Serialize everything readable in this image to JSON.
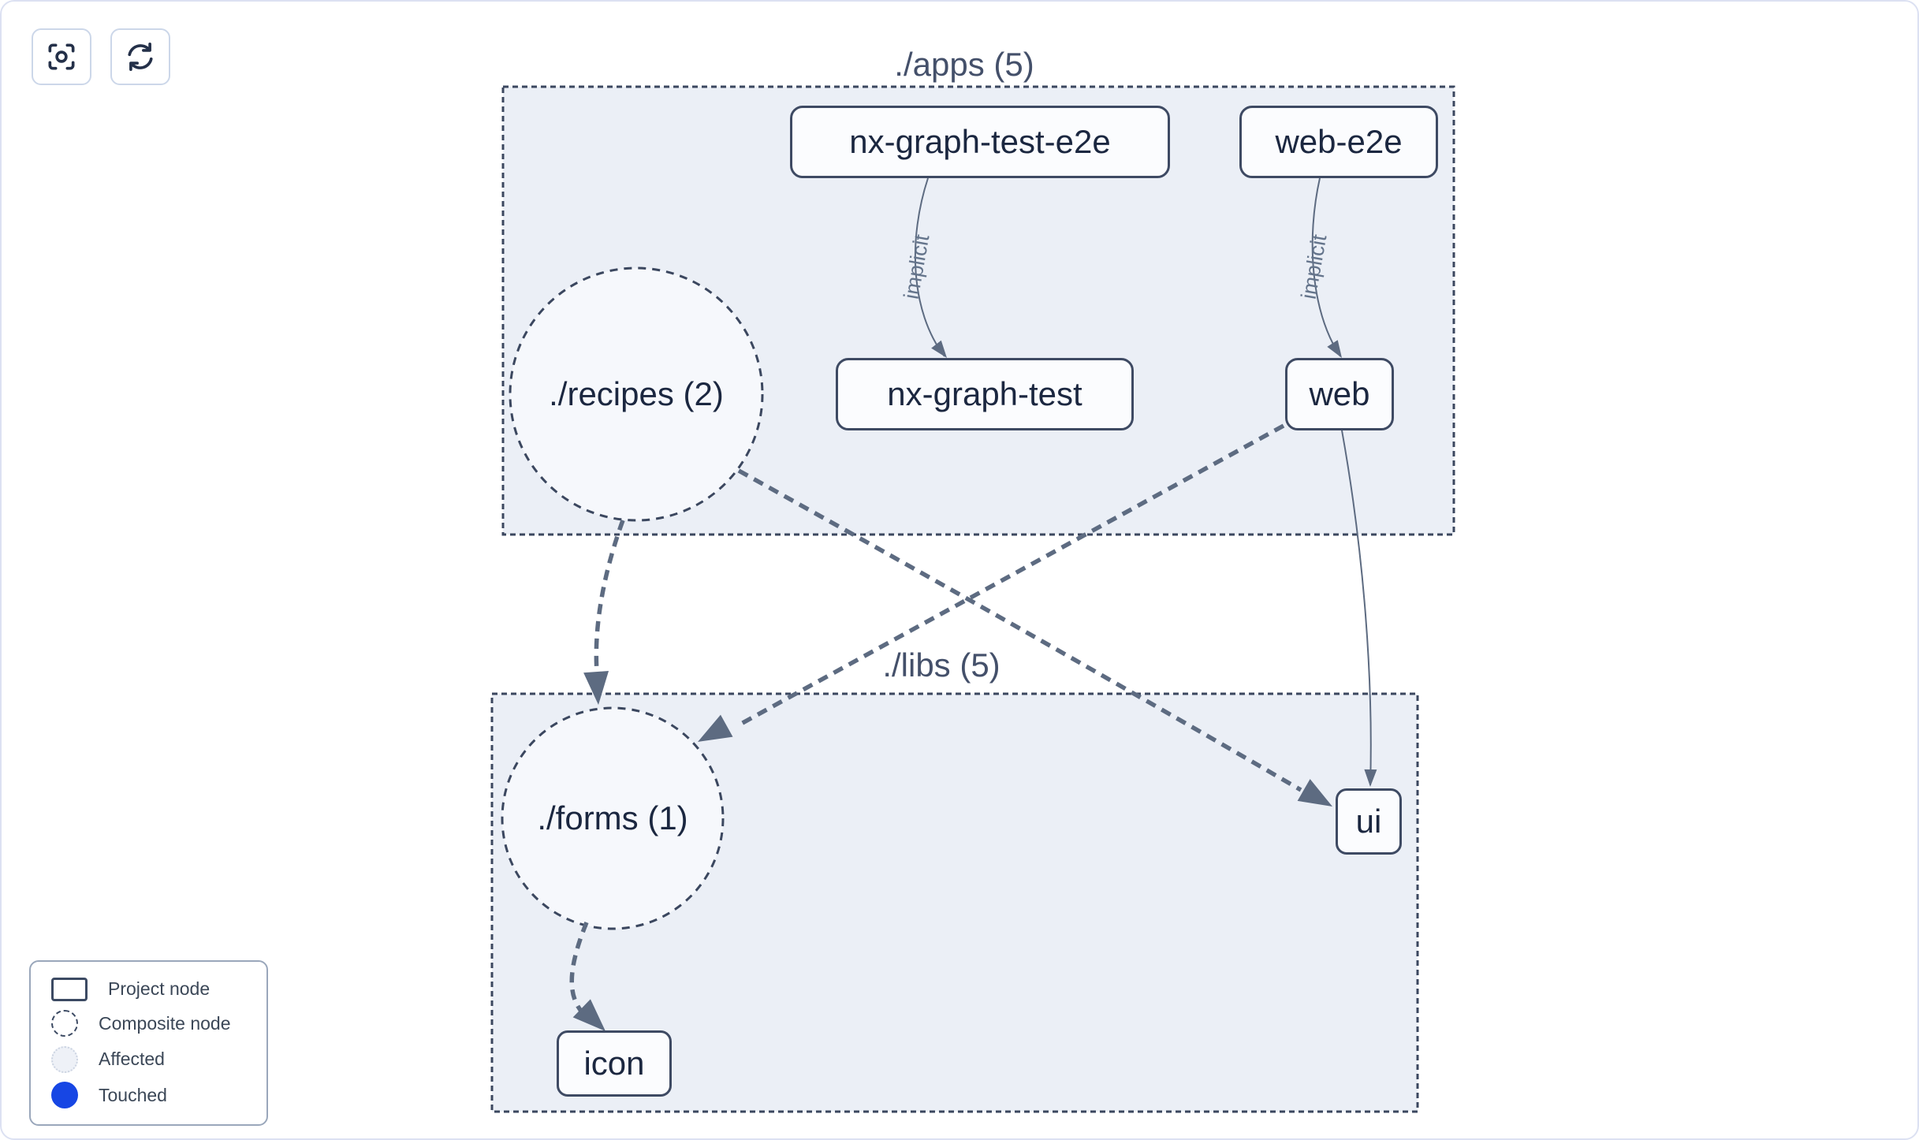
{
  "toolbar": {
    "buttons": [
      {
        "name": "focus",
        "icon": "focus-icon"
      },
      {
        "name": "refresh",
        "icon": "refresh-icon"
      }
    ]
  },
  "graph": {
    "clusters": [
      {
        "id": "apps",
        "label": "./apps (5)"
      },
      {
        "id": "libs",
        "label": "./libs (5)"
      }
    ],
    "composite_nodes": [
      {
        "id": "recipes",
        "label": "./recipes (2)"
      },
      {
        "id": "forms",
        "label": "./forms (1)"
      }
    ],
    "project_nodes": [
      {
        "id": "nx-graph-test-e2e",
        "label": "nx-graph-test-e2e"
      },
      {
        "id": "web-e2e",
        "label": "web-e2e"
      },
      {
        "id": "nx-graph-test",
        "label": "nx-graph-test"
      },
      {
        "id": "web",
        "label": "web"
      },
      {
        "id": "ui",
        "label": "ui"
      },
      {
        "id": "icon",
        "label": "icon"
      }
    ],
    "edges": [
      {
        "from": "nx-graph-test-e2e",
        "to": "nx-graph-test",
        "label": "implicit",
        "style": "solid"
      },
      {
        "from": "web-e2e",
        "to": "web",
        "label": "implicit",
        "style": "solid"
      },
      {
        "from": "./recipes",
        "to": "./forms",
        "label": "",
        "style": "dashed"
      },
      {
        "from": "./recipes",
        "to": "ui",
        "label": "",
        "style": "dashed"
      },
      {
        "from": "web",
        "to": "./forms",
        "label": "",
        "style": "dashed"
      },
      {
        "from": "web",
        "to": "ui",
        "label": "",
        "style": "solid"
      },
      {
        "from": "./forms",
        "to": "icon",
        "label": "",
        "style": "dashed"
      }
    ]
  },
  "legend": {
    "items": [
      {
        "label": "Project node",
        "swatch": "project-node-swatch"
      },
      {
        "label": "Composite node",
        "swatch": "composite-node-swatch"
      },
      {
        "label": "Affected",
        "swatch": "affected-swatch"
      },
      {
        "label": "Touched",
        "swatch": "touched-swatch"
      }
    ]
  },
  "colors": {
    "touched_blue": "#1746e4",
    "edge_slate": "#5d6b81",
    "cluster_fill": "#ebeff6",
    "cluster_border": "#3b475f",
    "node_border": "#3e4a63",
    "canvas_border": "#dce1f2"
  }
}
